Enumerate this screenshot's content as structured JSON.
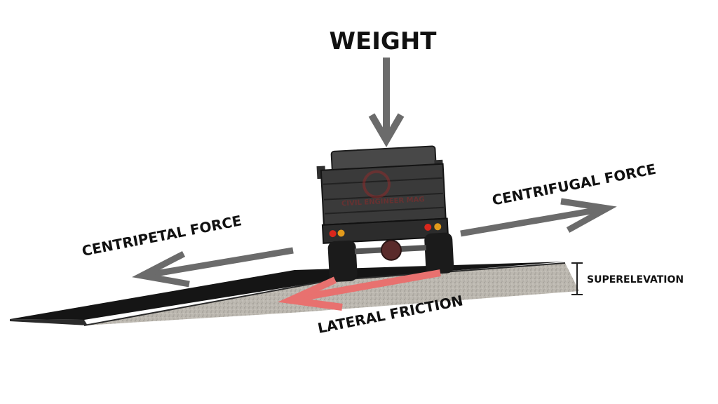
{
  "labels": {
    "weight": "WEIGHT",
    "centrifugal": "CENTRIFUGAL FORCE",
    "centripetal": "CENTRIPETAL FORCE",
    "lateral_friction": "LATERAL FRICTION",
    "superelevation": "SUPERELEVATION"
  },
  "watermark": {
    "text": "CIVIL ENGINEER MAG"
  },
  "colors": {
    "force_arrow": "#6b6b6b",
    "friction_arrow": "#e8716f",
    "road_surface": "#151515",
    "road_edge": "#b8b5ae",
    "truck_body": "#3a3a3a",
    "tail_light": "#d9261c"
  }
}
